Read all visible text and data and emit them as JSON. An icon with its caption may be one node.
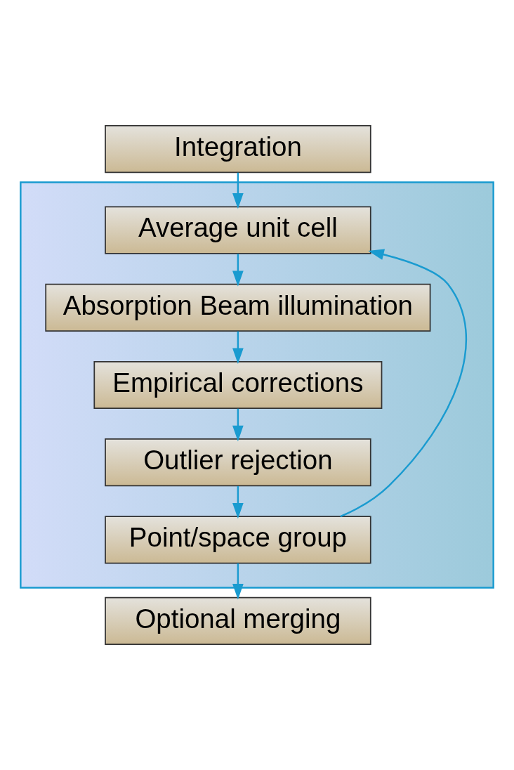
{
  "diagram": {
    "nodes": [
      {
        "text": [
          "Integration"
        ]
      },
      {
        "text": [],
        "shape": "box"
      },
      {
        "text": [
          "Average unit cell"
        ],
        "in": 1
      },
      {
        "text": [
          "Absorption Beam illumination"
        ],
        "in": 1
      },
      {
        "text": [
          "Empirical corrections"
        ],
        "in": 1
      },
      {
        "text": [
          "Outlier rejection"
        ],
        "in": 1
      },
      {
        "text": [
          "Point/space group"
        ],
        "in": 1
      },
      {
        "text": [
          "Optional merging"
        ]
      }
    ],
    "edges": [
      {
        "from": 0,
        "to": 2,
        "arrow": "to"
      },
      {
        "from": 2,
        "to": 3,
        "arrow": "to"
      },
      {
        "from": 3,
        "to": 4,
        "arrow": "to"
      },
      {
        "from": 4,
        "to": 5,
        "arrow": "to"
      },
      {
        "from": 5,
        "to": 6,
        "arrow": "to"
      },
      {
        "from": 6,
        "to": 7,
        "arrow": "to"
      },
      {
        "from": 6,
        "to": 2,
        "arrow": "to"
      }
    ]
  }
}
